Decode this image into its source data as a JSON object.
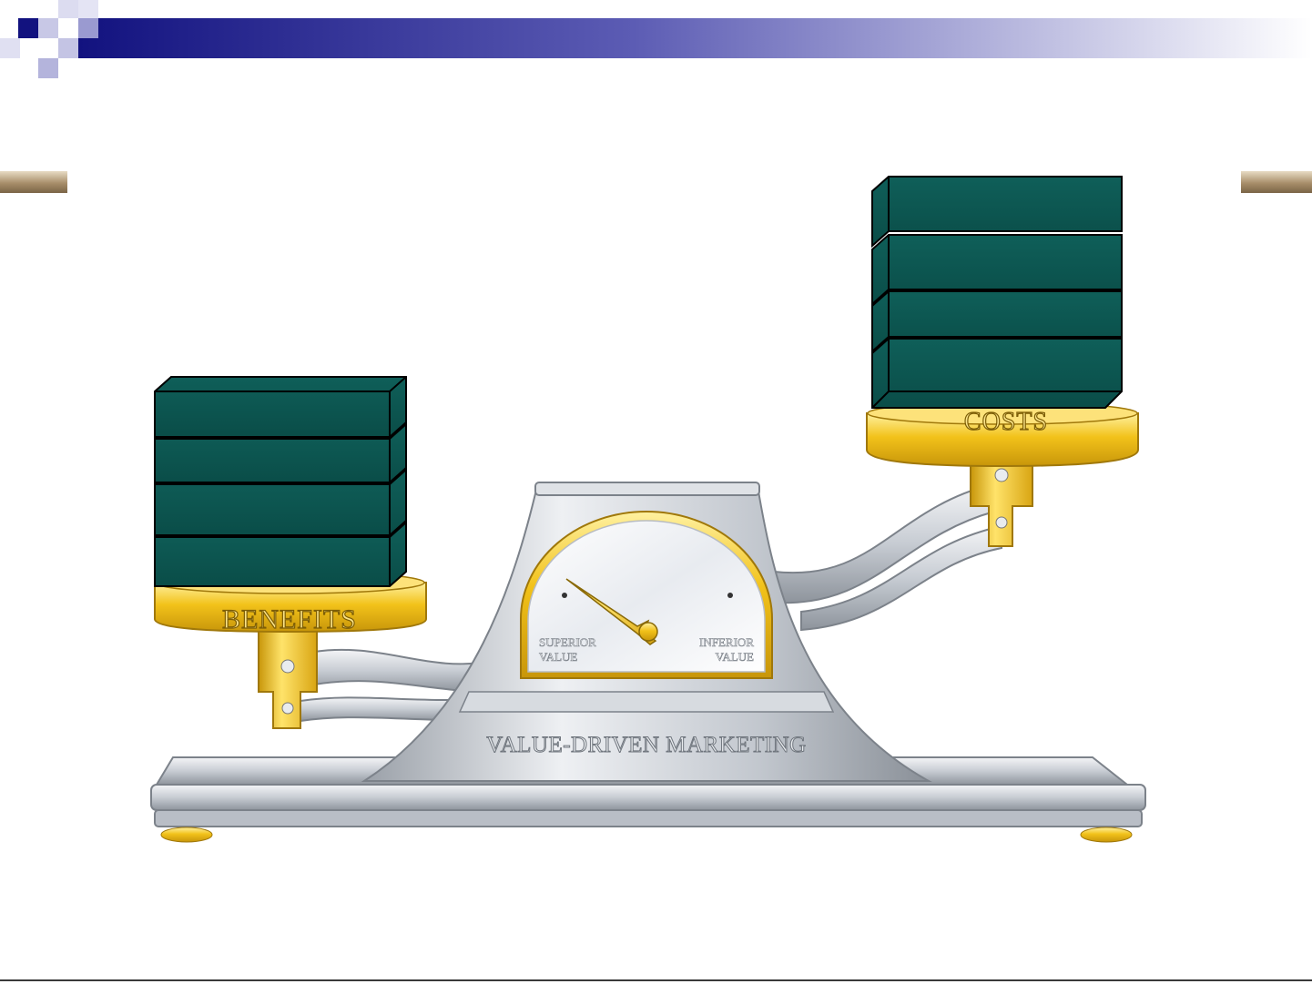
{
  "scale": {
    "left_pan_label": "BENEFITS",
    "right_pan_label": "COSTS",
    "base_label": "VALUE-DRIVEN MARKETING",
    "gauge": {
      "left_label_line1": "SUPERIOR",
      "left_label_line2": "VALUE",
      "right_label_line1": "INFERIOR",
      "right_label_line2": "VALUE"
    }
  },
  "colors": {
    "banner_dark": "#12127f",
    "banner_light": "#ffffff",
    "block_teal": "#0d5b55",
    "gold": "#f2c21a",
    "silver": "#c9cdd4",
    "tab_bronze": "#a88e6a"
  }
}
